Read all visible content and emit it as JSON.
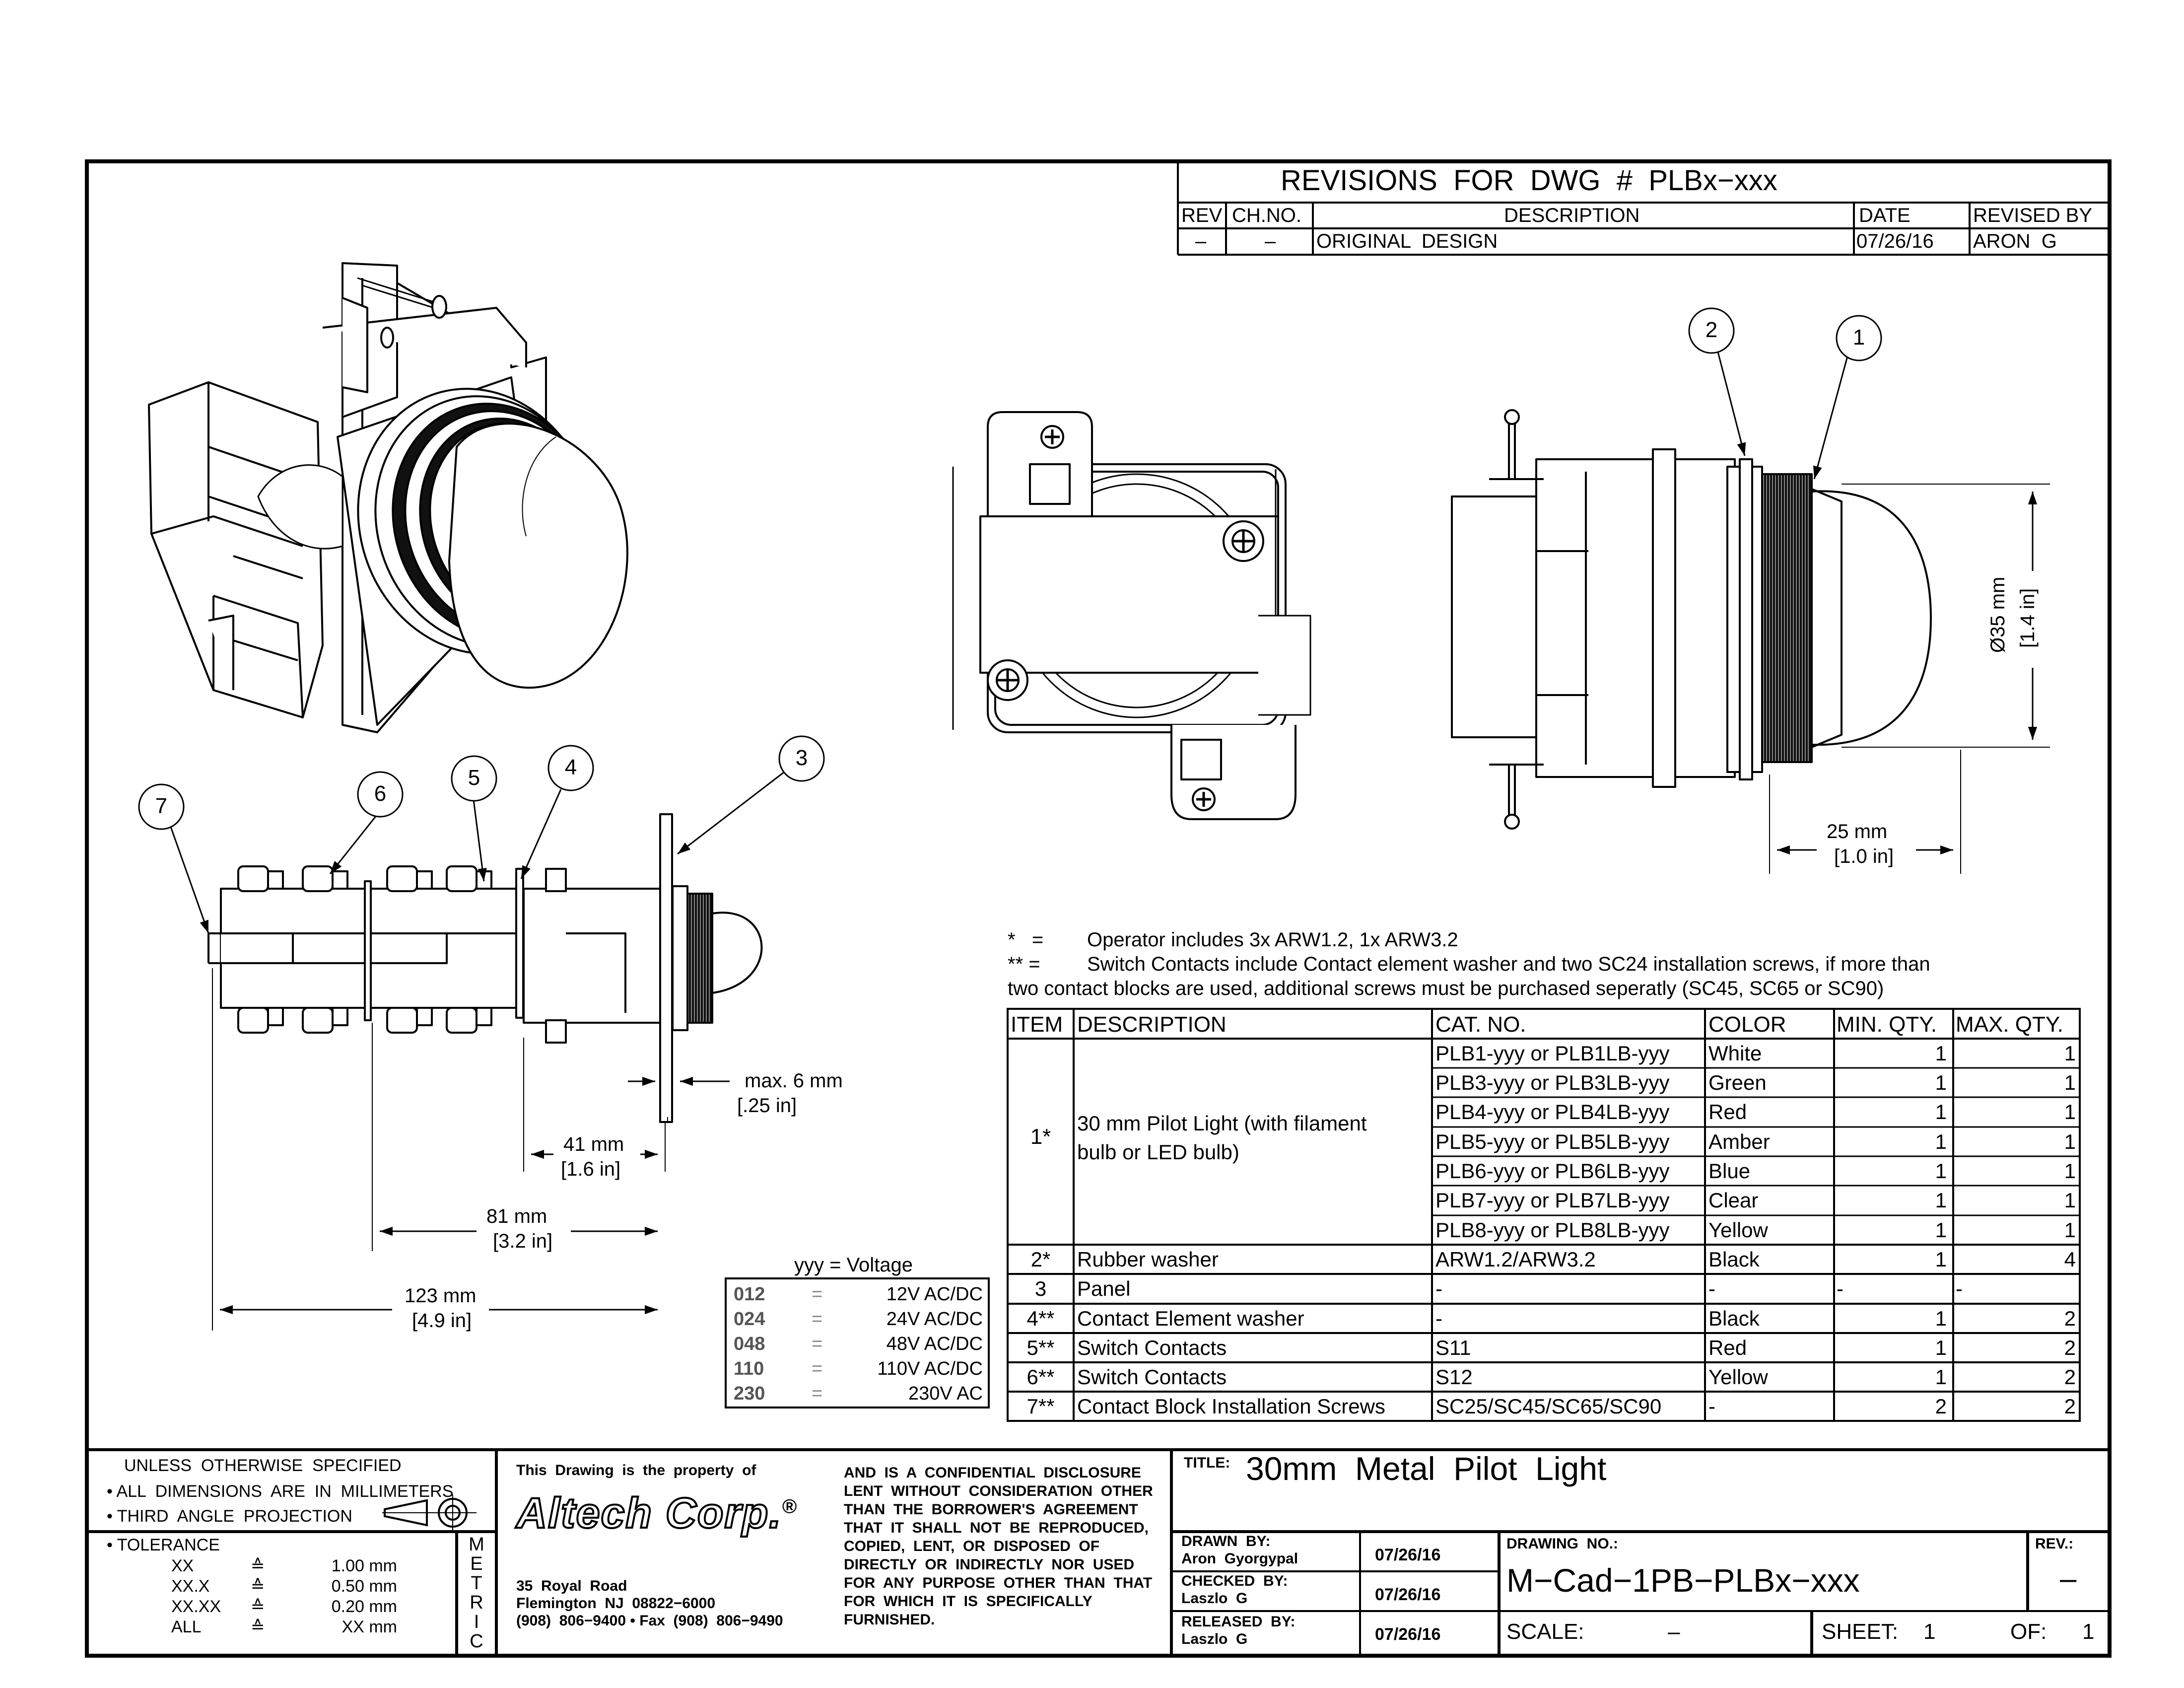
{
  "revisions": {
    "title": "REVISIONS  FOR  DWG  #  PLBx−xxx",
    "headers": [
      "REV",
      "CH.NO.",
      "DESCRIPTION",
      "DATE",
      "REVISED BY"
    ],
    "rows": [
      [
        "–",
        "–",
        "ORIGINAL  DESIGN",
        "07/26/16",
        "ARON  G"
      ]
    ]
  },
  "balloons": [
    "1",
    "2",
    "3",
    "4",
    "5",
    "6",
    "7"
  ],
  "dimensions": {
    "dia_mm": "Ø35 mm",
    "dia_in": "[1.4 in]",
    "depth_mm": "25 mm",
    "depth_in": "[1.0 in]",
    "panel_mm": "max. 6 mm",
    "panel_in": "[.25 in]",
    "d41_mm": "41 mm",
    "d41_in": "[1.6 in]",
    "d81_mm": "81 mm",
    "d81_in": "[3.2 in]",
    "d123_mm": "123 mm",
    "d123_in": "[4.9 in]"
  },
  "notes": {
    "n1_mark": "*   =",
    "n1_text": "Operator includes 3x ARW1.2, 1x ARW3.2",
    "n2_mark": "** =",
    "n2_text": "Switch Contacts include Contact element washer and two SC24 installation screws, if more than",
    "n3_text": "two contact blocks are used, additional screws must be purchased seperatly (SC45, SC65 or SC90)"
  },
  "voltage": {
    "title": "yyy = Voltage",
    "rows": [
      {
        "code": "012",
        "eq": "=",
        "value": "12V AC/DC"
      },
      {
        "code": "024",
        "eq": "=",
        "value": "24V AC/DC"
      },
      {
        "code": "048",
        "eq": "=",
        "value": "48V AC/DC"
      },
      {
        "code": "110",
        "eq": "=",
        "value": "110V AC/DC"
      },
      {
        "code": "230",
        "eq": "=",
        "value": "230V AC"
      }
    ]
  },
  "bom": {
    "headers": [
      "ITEM",
      "DESCRIPTION",
      "CAT. NO.",
      "COLOR",
      "MIN. QTY.",
      "MAX. QTY."
    ],
    "item1": {
      "item": "1*",
      "desc1": "30 mm Pilot Light (with filament",
      "desc2": "bulb or LED bulb)"
    },
    "item1_rows": [
      {
        "cat": "PLB1-yyy or PLB1LB-yyy",
        "color": "White",
        "min": "1",
        "max": "1"
      },
      {
        "cat": "PLB3-yyy or PLB3LB-yyy",
        "color": "Green",
        "min": "1",
        "max": "1"
      },
      {
        "cat": "PLB4-yyy or PLB4LB-yyy",
        "color": "Red",
        "min": "1",
        "max": "1"
      },
      {
        "cat": "PLB5-yyy or PLB5LB-yyy",
        "color": "Amber",
        "min": "1",
        "max": "1"
      },
      {
        "cat": "PLB6-yyy or PLB6LB-yyy",
        "color": "Blue",
        "min": "1",
        "max": "1"
      },
      {
        "cat": "PLB7-yyy or PLB7LB-yyy",
        "color": "Clear",
        "min": "1",
        "max": "1"
      },
      {
        "cat": "PLB8-yyy or PLB8LB-yyy",
        "color": "Yellow",
        "min": "1",
        "max": "1"
      }
    ],
    "rows": [
      {
        "item": "2*",
        "desc": "Rubber washer",
        "cat": "ARW1.2/ARW3.2",
        "color": "Black",
        "min": "1",
        "max": "4"
      },
      {
        "item": "3",
        "desc": "Panel",
        "cat": "-",
        "color": "-",
        "min": "-",
        "max": "-"
      },
      {
        "item": "4**",
        "desc": "Contact Element washer",
        "cat": "-",
        "color": "Black",
        "min": "1",
        "max": "2"
      },
      {
        "item": "5**",
        "desc": "Switch Contacts",
        "cat": "S11",
        "color": "Red",
        "min": "1",
        "max": "2"
      },
      {
        "item": "6**",
        "desc": "Switch Contacts",
        "cat": "S12",
        "color": "Yellow",
        "min": "1",
        "max": "2"
      },
      {
        "item": "7**",
        "desc": "Contact Block Installation Screws",
        "cat": "SC25/SC45/SC65/SC90",
        "color": "-",
        "min": "2",
        "max": "2"
      }
    ]
  },
  "title_block": {
    "unless": "UNLESS  OTHERWISE  SPECIFIED",
    "bullet1": "• ALL  DIMENSIONS  ARE  IN  MILLIMETERS",
    "bullet2": "• THIRD  ANGLE  PROJECTION",
    "tolerance_label": "• TOLERANCE",
    "tolerances": [
      {
        "fmt": "XX",
        "sym": "≙",
        "val": "1.00 mm"
      },
      {
        "fmt": "XX.X",
        "sym": "≙",
        "val": "0.50 mm"
      },
      {
        "fmt": "XX.XX",
        "sym": "≙",
        "val": "0.20 mm"
      },
      {
        "fmt": "ALL",
        "sym": "≙",
        "val": "XX mm"
      }
    ],
    "metric": [
      "M",
      "E",
      "T",
      "R",
      "I",
      "C"
    ],
    "property": "This  Drawing  is  the  property  of",
    "company": "Altech Corp.",
    "company_mark": "®",
    "address1": "35  Royal  Road",
    "address2": "Flemington  NJ  08822−6000",
    "address3": "(908)  806−9400 • Fax  (908)  806−9490",
    "confidential": [
      "AND  IS  A  CONFIDENTIAL  DISCLOSURE",
      "LENT  WITHOUT  CONSIDERATION  OTHER",
      "THAN  THE  BORROWER'S  AGREEMENT",
      "THAT  IT  SHALL  NOT  BE  REPRODUCED,",
      "COPIED,  LENT,  OR  DISPOSED  OF",
      "DIRECTLY  OR  INDIRECTLY  NOR  USED",
      "FOR  ANY  PURPOSE  OTHER  THAN  THAT",
      "FOR  WHICH  IT  IS  SPECIFICALLY",
      "FURNISHED."
    ],
    "title_label": "TITLE:",
    "title": "30mm  Metal  Pilot  Light",
    "drawn_by_label": "DRAWN  BY:",
    "drawn_by": "Aron  Gyorgypal",
    "drawn_date": "07/26/16",
    "checked_by_label": "CHECKED  BY:",
    "checked_by": "Laszlo  G",
    "checked_date": "07/26/16",
    "released_by_label": "RELEASED  BY:",
    "released_by": "Laszlo  G",
    "released_date": "07/26/16",
    "drawing_no_label": "DRAWING  NO.:",
    "drawing_no": "M−Cad−1PB−PLBx−xxx",
    "rev_label": "REV.:",
    "rev": "–",
    "scale_label": "SCALE:",
    "scale": "–",
    "sheet_label": "SHEET:",
    "sheet": "1",
    "of_label": "OF:",
    "of": "1"
  }
}
